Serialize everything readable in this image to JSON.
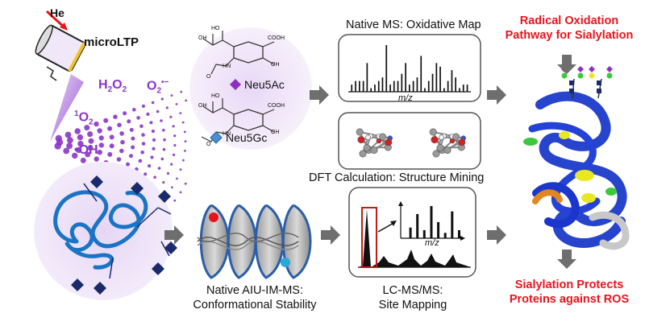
{
  "source": {
    "gas": "He",
    "device": "microLTP",
    "species": {
      "h2o2_main": "H",
      "h2o2_sub1": "2",
      "h2o2_mid": "O",
      "h2o2_sub2": "2",
      "superoxide_main": "O",
      "superoxide_sub": "2",
      "superoxide_sup": "•−",
      "singlet_sup": "1",
      "singlet_main": "O",
      "singlet_sub": "2",
      "hydroxyl": "•OH"
    }
  },
  "sialic_acids": {
    "neu5ac": "Neu5Ac",
    "neu5gc": "Neu5Gc",
    "cooh": "COOH",
    "oh": "OH",
    "ho": "HO",
    "h": "H",
    "n": "N",
    "o": "O",
    "neu5ac_color": "#8e2fc4",
    "neu5gc_color": "#4a90d0"
  },
  "panels": {
    "native_ms_title": "Native MS: Oxidative Map",
    "mz_label": "m/z",
    "dft_title": "DFT Calculation: Structure Mining",
    "aiu_title_line1": "Native AIU-IM-MS:",
    "aiu_title_line2": "Conformational Stability",
    "lcms_title_line1": "LC-MS/MS:",
    "lcms_title_line2": "Site Mapping",
    "inset_mz_label": "m/z"
  },
  "conclusions": {
    "top_line1": "Radical Oxidation",
    "top_line2": "Pathway for Sialylation",
    "bottom_line1": "Sialylation Protects",
    "bottom_line2": "Proteins against ROS"
  },
  "colors": {
    "accent_red": "#e8141c",
    "purple": "#8a35c9",
    "protein_blue": "#1030c8",
    "arrow_gray": "#6e6e6e"
  },
  "chart_data": [
    {
      "type": "bar",
      "title": "Native MS: Oxidative Map",
      "xlabel": "m/z",
      "values": [
        2,
        3,
        3,
        3,
        8,
        1,
        2,
        3,
        4,
        13,
        2,
        3,
        3,
        5,
        8,
        2,
        3,
        4,
        10,
        1,
        3,
        5,
        8,
        7,
        1,
        3,
        6,
        4,
        1,
        2,
        2
      ]
    },
    {
      "type": "bar",
      "title": "LC-MS/MS: Site Mapping",
      "xlabel": "m/z",
      "values": [
        4,
        9,
        3,
        12,
        6,
        2,
        10,
        3
      ]
    }
  ]
}
